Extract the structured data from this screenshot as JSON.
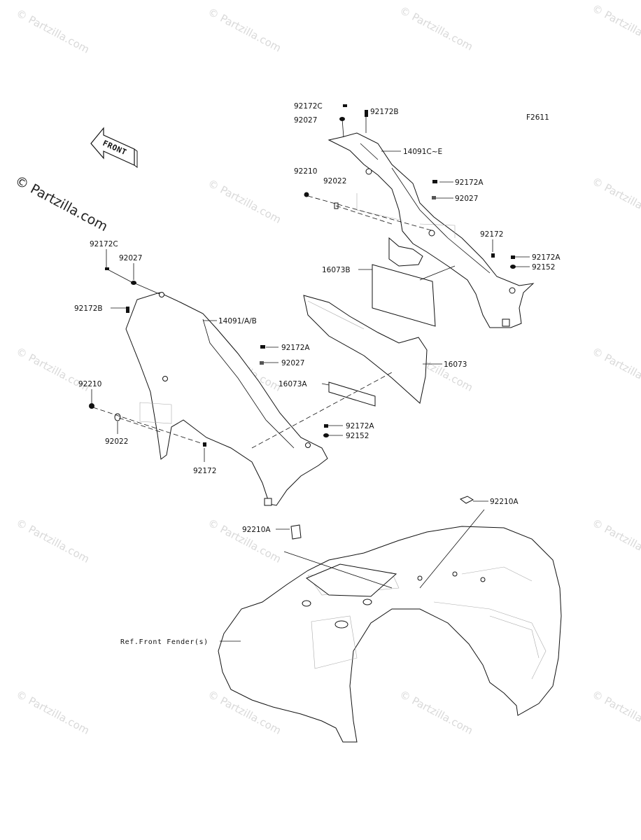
{
  "figure_code": "F2611",
  "front_arrow": "FRONT",
  "copyright_main": "© Partzilla.com",
  "watermark": "© Partzilla.com",
  "callouts": {
    "top_92172c": "92172C",
    "top_92027": "92027",
    "top_92172b": "92172B",
    "top_14091c_e": "14091C~E",
    "top_92210": "92210",
    "top_92022": "92022",
    "top_92172a": "92172A",
    "top_92027b": "92027",
    "top_92172": "92172",
    "top_92172a_b": "92172A",
    "top_92152": "92152",
    "left_92172c": "92172C",
    "left_92027": "92027",
    "left_92172b": "92172B",
    "left_14091ab": "14091/A/B",
    "left_92172a": "92172A",
    "left_92027b": "92027",
    "left_16073a": "16073A",
    "left_92210": "92210",
    "left_92022": "92022",
    "left_92172": "92172",
    "left_92172a_b": "92172A",
    "left_92152": "92152",
    "mid_16073b": "16073B",
    "mid_16073": "16073",
    "bot_92210a_right": "92210A",
    "bot_92210a_left": "92210A",
    "bot_ref_fender": "Ref.Front Fender(s)"
  }
}
